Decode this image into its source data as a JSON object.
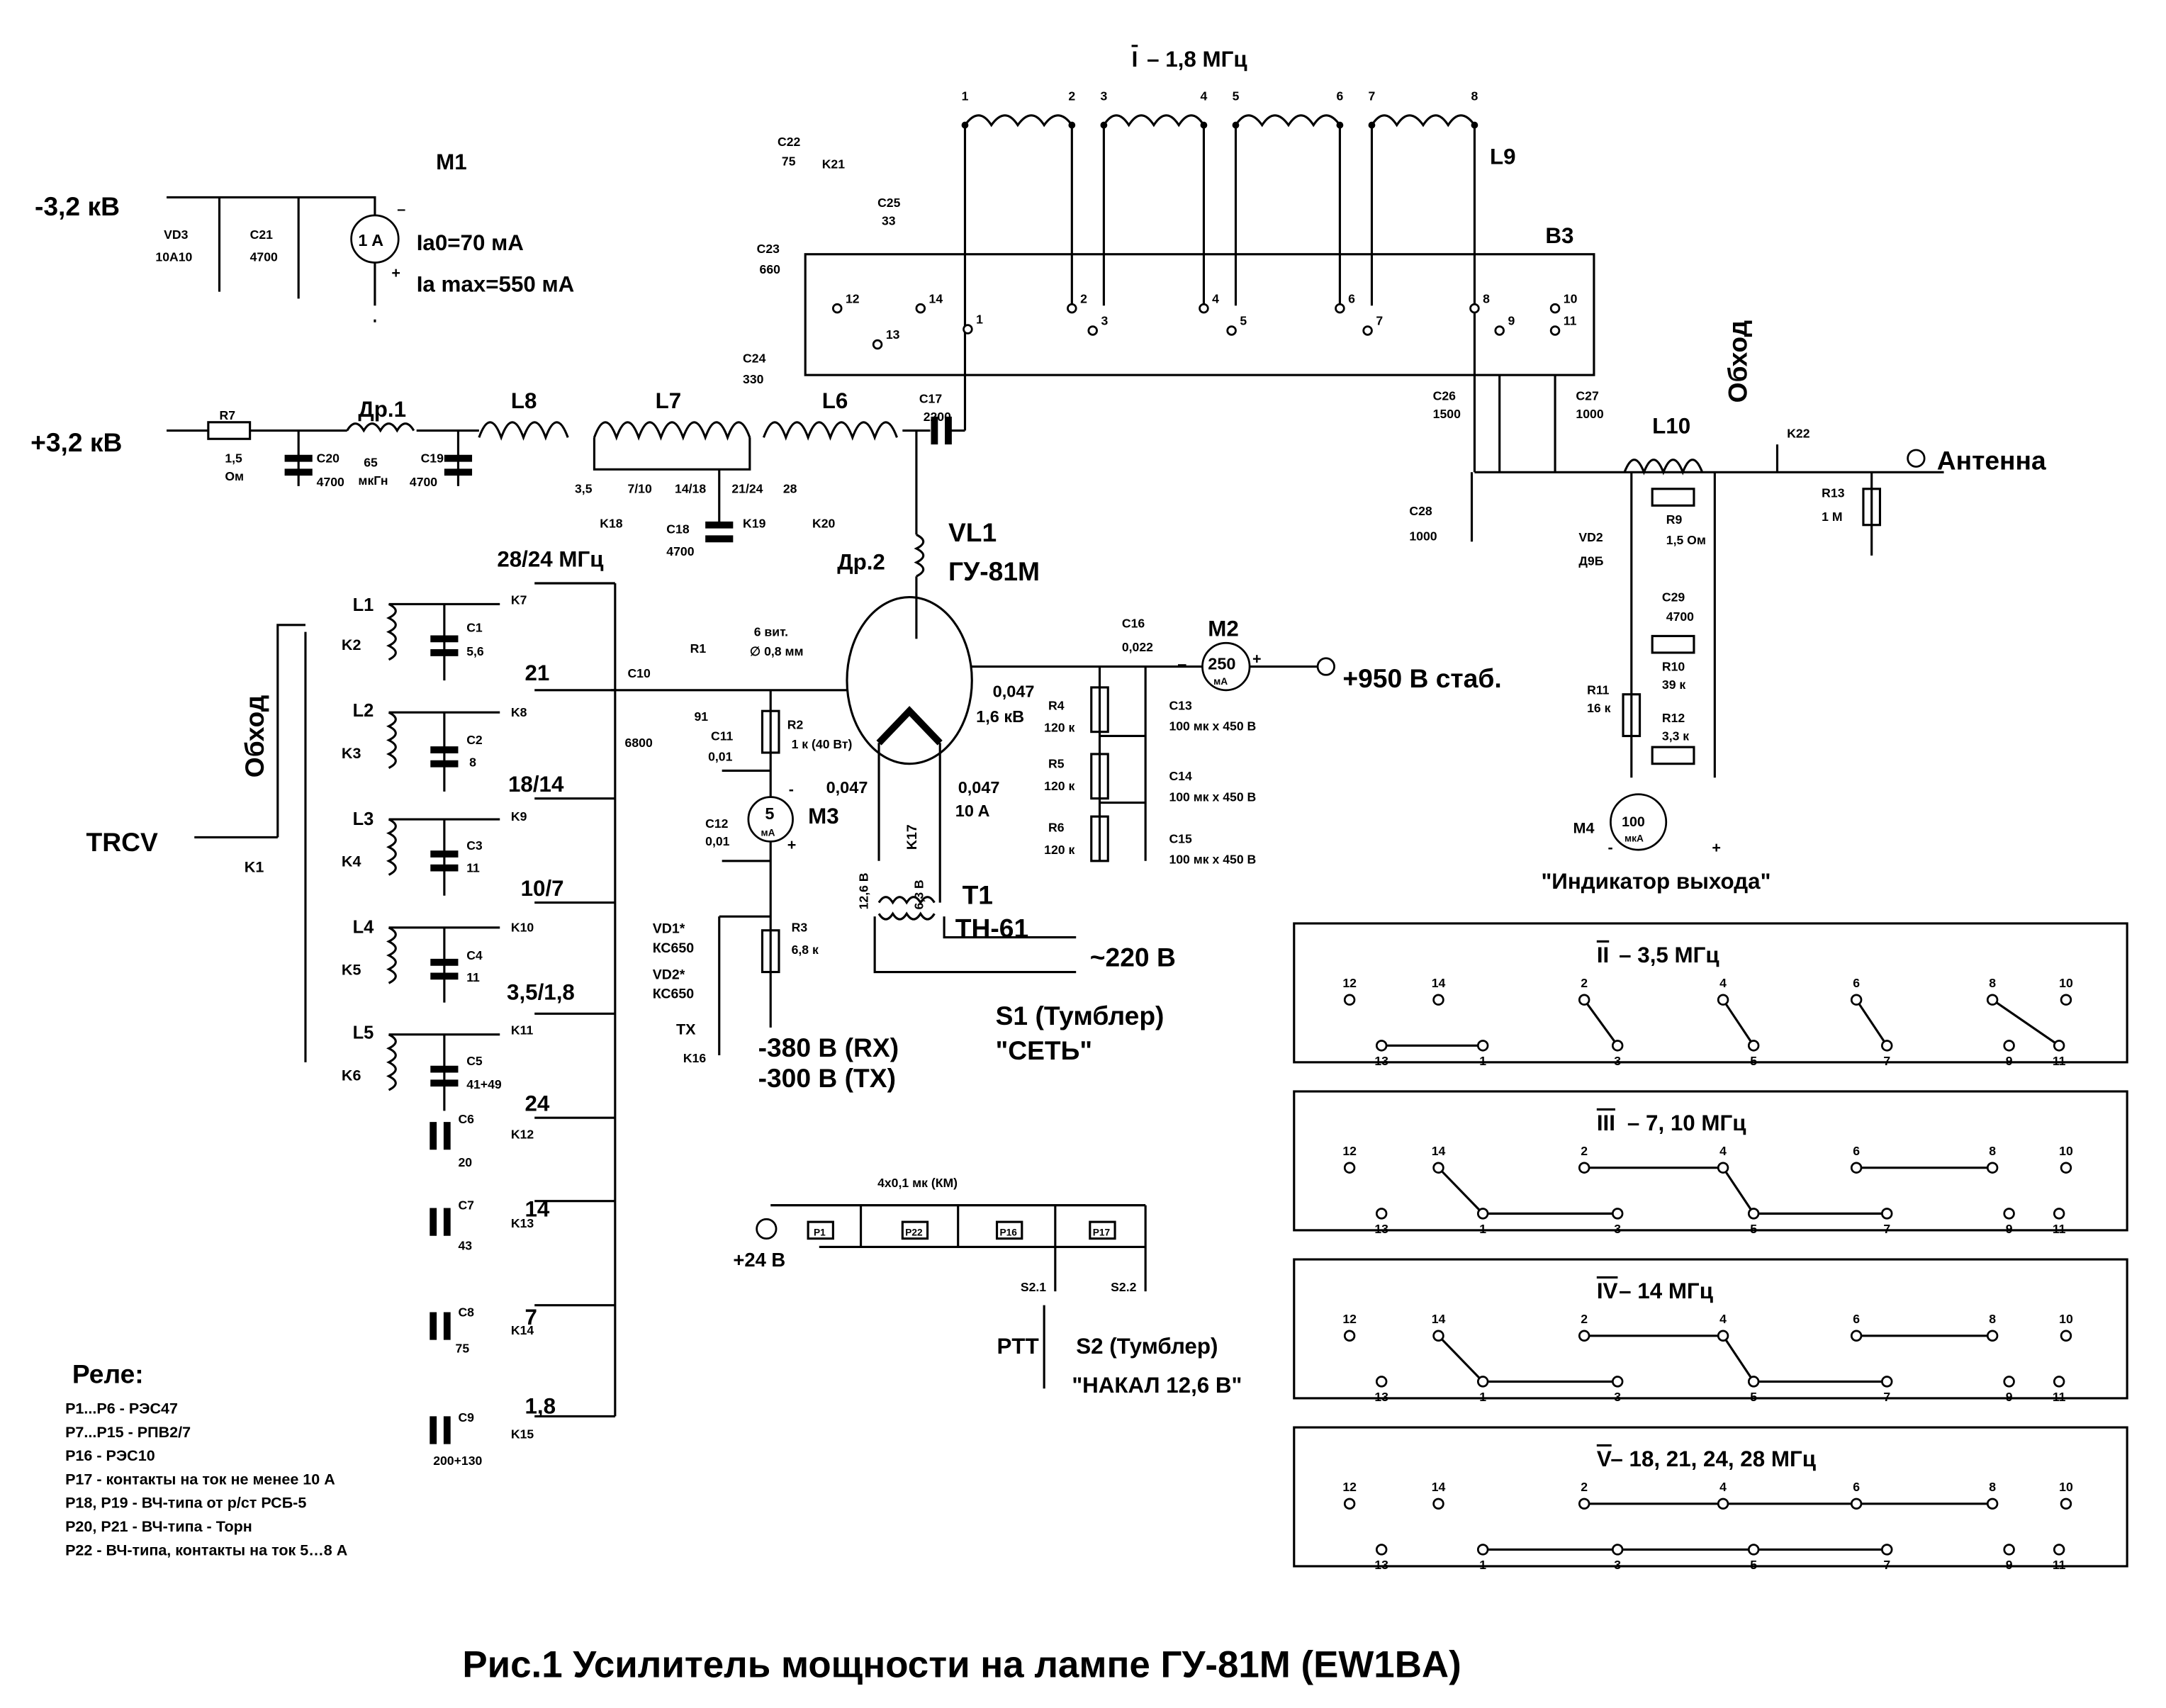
{
  "labels": {
    "band1_title": "I",
    "band1_freq": " – 1,8 МГц",
    "L9": "L9",
    "B3": "B3",
    "hv_neg": "-3,2 кВ",
    "VD3": "VD3",
    "VD3_val": "10А10",
    "C21": "C21",
    "C21_val": "4700",
    "M1": "M1",
    "M1_meter": "1 A",
    "M1_minus": "–",
    "M1_plus": "+",
    "Ia0": "Ia0=70 мА",
    "Iamax": "Ia max=550 мА",
    "hv_pos": "+3,2 кВ",
    "R7": "R7",
    "R7_val1": "1,5",
    "R7_val2": "Ом",
    "Dr1": "Др.1",
    "Dr1_val1": "65",
    "Dr1_val2": "мкГн",
    "C20": "C20",
    "C20_val": "4700",
    "C19": "C19",
    "C19_val": "4700",
    "L8": "L8",
    "L7": "L7",
    "L6": "L6",
    "C17": "C17",
    "C17_val": "2200",
    "tap_35": "3,5",
    "tap_710": "7/10",
    "tap_1418": "14/18",
    "tap_2124": "21/24",
    "tap_28": "28",
    "K18": "K18",
    "K19": "K19",
    "K20": "K20",
    "C18": "C18",
    "C18_val": "4700",
    "VL1": "VL1",
    "VL1_type": "ГУ-81М",
    "Dr2": "Др.2",
    "band_2824": "28/24 МГц",
    "band_21": "21",
    "band_1814": "18/14",
    "band_107": "10/7",
    "band_3518": "3,5/1,8",
    "band_24": "24",
    "band_14": "14",
    "band_7": "7",
    "band_18": "1,8",
    "L1": "L1",
    "L2": "L2",
    "L3": "L3",
    "L4": "L4",
    "L5": "L5",
    "K2": "K2",
    "K3": "K3",
    "K4": "K4",
    "K5": "K5",
    "K6": "K6",
    "C1": "C1",
    "C1_val": "5,6",
    "C2": "C2",
    "C2_val": "8",
    "C3": "C3",
    "C3_val": "11",
    "C4": "C4",
    "C4_val": "11",
    "C5": "C5",
    "C5_val": "41+49",
    "K7": "K7",
    "K8": "K8",
    "K9": "K9",
    "K10": "K10",
    "K11": "K11",
    "K12": "K12",
    "K13": "K13",
    "K14": "K14",
    "K15": "K15",
    "C6": "C6",
    "C6_val": "20",
    "C7": "C7",
    "C7_val": "43",
    "C8": "C8",
    "C8_val": "75",
    "C9": "C9",
    "C9_val": "200+130",
    "bypass_in": "Обход",
    "TRCV": "TRCV",
    "K1": "K1",
    "C10": "C10",
    "C10_val": "6800",
    "R1": "R1",
    "R1_val": "91",
    "R1_turns": "6 вит.",
    "R1_wire": "∅  0,8 мм",
    "C11": "C11",
    "C11_val": "0,01",
    "R2": "R2",
    "R2_val": "1 к (40 Вт)",
    "M3": "M3",
    "M3_meter1": "5",
    "M3_meter2": "мА",
    "C12": "C12",
    "C12_val": "0,01",
    "M3_minus": "-",
    "M3_plus": "+",
    "cap_a1": "0,047",
    "cap_a2": "1,6 кВ",
    "cap_b": "0,047",
    "K17": "K17",
    "cap_c1": "0,047",
    "cap_c2": "10 A",
    "fil_126": "12,6 В",
    "fil_63": "6,3 В",
    "T1": "T1",
    "T1_type": "ТН-61",
    "mains": "~220 В",
    "S1": "S1 (Тумблер)",
    "S1_name": "\"СЕТЬ\"",
    "VD1": "VD1*",
    "VD1_val": "КС650",
    "VD2a": "VD2*",
    "VD2a_val": "КС650",
    "R3": "R3",
    "R3_val": "6,8 к",
    "TX": "TX",
    "K16": "K16",
    "bias_rx": "-380 В (RX)",
    "bias_tx": "-300 В (TX)",
    "C16": "C16",
    "C16_val": "0,022",
    "M2": "M2",
    "M2_meter1": "250",
    "M2_meter2": "мА",
    "M2_minus": "–",
    "M2_plus": "+",
    "screen": "+950 В стаб.",
    "R4": "R4",
    "R4_val": "120 к",
    "R5": "R5",
    "R5_val": "120 к",
    "R6": "R6",
    "R6_val": "120 к",
    "C13": "C13",
    "C13_val": "100 мк х 450 В",
    "C14": "C14",
    "C14_val": "100 мк х 450 В",
    "C15": "C15",
    "C15_val": "100 мк х 450 В",
    "C22": "C22",
    "C22_val": "75",
    "K21": "K21",
    "C23": "C23",
    "C23_val": "660",
    "C25": "C25",
    "C25_val": "33",
    "C24": "C24",
    "C24_val": "330",
    "C26": "C26",
    "C26_val": "1500",
    "C27": "C27",
    "C27_val": "1000",
    "C28": "C28",
    "C28_val": "1000",
    "L10": "L10",
    "K22": "K22",
    "R13": "R13",
    "R13_val": "1 M",
    "antenna": "Антенна",
    "bypass_out": "Обход",
    "R9": "R9",
    "R9_val": "1,5 Ом",
    "VD2": "VD2",
    "VD2_val": "Д9Б",
    "C29": "C29",
    "C29_val": "4700",
    "R10": "R10",
    "R10_val": "39 к",
    "R11": "R11",
    "R11_val": "16 к",
    "R12": "R12",
    "R12_val": "3,3 к",
    "M4": "M4",
    "M4_meter1": "100",
    "M4_meter2": "мкА",
    "M4_minus": "-",
    "M4_plus": "+",
    "indicator": "\"Индикатор выхода\"",
    "km": "4х0,1 мк (КМ)",
    "v24": "+24 В",
    "P1": "P1",
    "P22": "P22",
    "P16": "P16",
    "P17": "P17",
    "S21": "S2.1",
    "S22": "S2.2",
    "PTT": "PTT",
    "S2": "S2 (Тумблер)",
    "S2_name": "\"НАКАЛ 12,6 В\"",
    "relays_title": "Реле:",
    "relay1": "P1...P6 - РЭС47",
    "relay2": "P7...P15 - РПВ2/7",
    "relay3": "P16 - РЭС10",
    "relay4": "P17 - контакты на ток не менее 10 А",
    "relay5": "P18, P19 - ВЧ-типа от р/ст РСБ-5",
    "relay6": "P20, P21 - ВЧ-типа - Торн",
    "relay7": "P22 - ВЧ-типа, контакты на ток 5…8 А",
    "caption": "Рис.1  Усилитель мощности на лампе ГУ-81М (EW1BA)"
  },
  "l9_taps": [
    "1",
    "2",
    "3",
    "4",
    "5",
    "6",
    "7",
    "8"
  ],
  "b3_contacts": [
    "12",
    "14",
    "13",
    "1",
    "2",
    "3",
    "4",
    "5",
    "6",
    "7",
    "8",
    "9",
    "10",
    "11"
  ],
  "switch_panels": [
    {
      "numeral": "II",
      "title": " – 3,5 МГц",
      "connections": [
        [
          "13",
          "1"
        ],
        [
          "2",
          "3"
        ],
        [
          "4",
          "5"
        ],
        [
          "6",
          "7"
        ],
        [
          "8",
          "11"
        ]
      ]
    },
    {
      "numeral": "III",
      "title": " – 7, 10 МГц",
      "connections": [
        [
          "14",
          "1"
        ],
        [
          "1",
          "3"
        ],
        [
          "2",
          "4"
        ],
        [
          "4",
          "5"
        ],
        [
          "5",
          "7"
        ],
        [
          "6",
          "8"
        ]
      ]
    },
    {
      "numeral": "IV",
      "title": " – 14  МГц",
      "connections": [
        [
          "14",
          "1"
        ],
        [
          "1",
          "3"
        ],
        [
          "2",
          "4"
        ],
        [
          "4",
          "5"
        ],
        [
          "5",
          "7"
        ],
        [
          "6",
          "8"
        ]
      ]
    },
    {
      "numeral": "V",
      "title": " – 18, 21, 24, 28 МГц",
      "connections": [
        [
          "2",
          "8"
        ],
        [
          "1",
          "7"
        ]
      ]
    }
  ],
  "panel_contacts": {
    "top": [
      "12",
      "14",
      "2",
      "4",
      "6",
      "8",
      "10"
    ],
    "bottom": [
      "13",
      "1",
      "3",
      "5",
      "7",
      "9",
      "11"
    ]
  }
}
